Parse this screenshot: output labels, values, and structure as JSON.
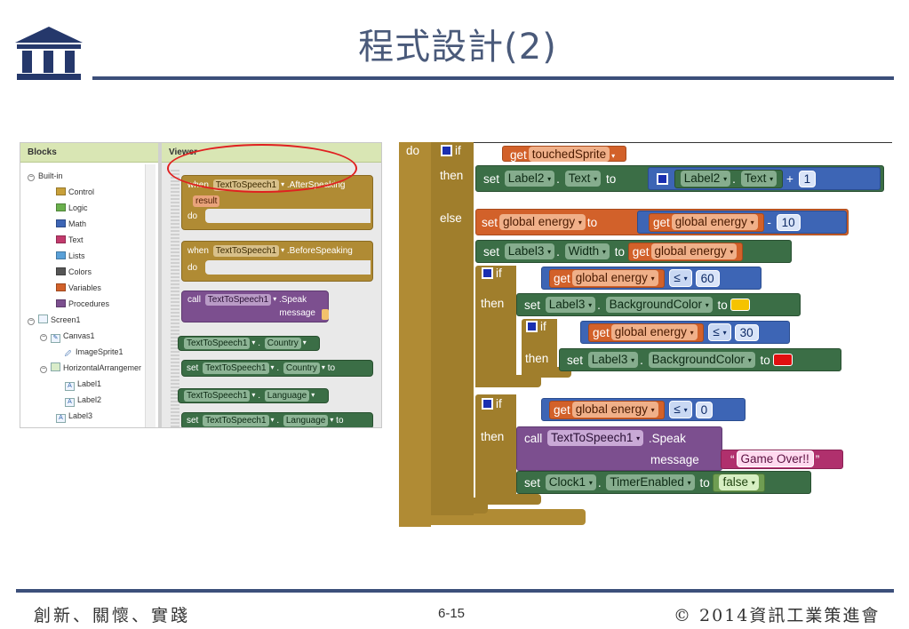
{
  "slide": {
    "title": "程式設計(2)",
    "footer_left": "創新、關懷、實踐",
    "page_number": "6-15",
    "footer_right": "© 2014資訊工業策進會"
  },
  "left_panel": {
    "blocks_header": "Blocks",
    "viewer_header": "Viewer",
    "tree": [
      {
        "label": "Built-in",
        "kind": "group"
      },
      {
        "label": "Control",
        "color": "#c8a03a"
      },
      {
        "label": "Logic",
        "color": "#6ab04c"
      },
      {
        "label": "Math",
        "color": "#3d65b5"
      },
      {
        "label": "Text",
        "color": "#c23a6d"
      },
      {
        "label": "Lists",
        "color": "#59a0d8"
      },
      {
        "label": "Colors",
        "color": "#555555"
      },
      {
        "label": "Variables",
        "color": "#d2612a"
      },
      {
        "label": "Procedures",
        "color": "#7c4f8f"
      },
      {
        "label": "Screen1",
        "kind": "group"
      },
      {
        "label": "Canvas1",
        "kind": "group2"
      },
      {
        "label": "ImageSprite1",
        "kind": "leaf"
      },
      {
        "label": "HorizontalArrangemer",
        "kind": "group2"
      },
      {
        "label": "Label1",
        "kind": "leaf"
      },
      {
        "label": "Label2",
        "kind": "leaf"
      },
      {
        "label": "Label3",
        "kind": "leaf1"
      }
    ],
    "viewer": {
      "when": "when",
      "do": "do",
      "component": "TextToSpeech1",
      "after_speaking": ".AfterSpeaking",
      "result": "result",
      "before_speaking": ".BeforeSpeaking",
      "call": "call",
      "speak": ".Speak",
      "message": "message",
      "dot": ".",
      "set": "set",
      "to": "to",
      "country": "Country",
      "language": "Language"
    }
  },
  "code": {
    "do": "do",
    "if": "if",
    "then": "then",
    "else": "else",
    "get": "get",
    "set": "set",
    "to": "to",
    "call": "call",
    "dot": ".",
    "touched_sprite": "touchedSprite",
    "label2": "Label2",
    "label3": "Label3",
    "text_prop": "Text",
    "width_prop": "Width",
    "bg_prop": "BackgroundColor",
    "plus": "+",
    "minus": "-",
    "le": "≤",
    "one": "1",
    "global_energy": "global energy",
    "ten": "10",
    "sixty": "60",
    "thirty": "30",
    "zero": "0",
    "tts": "TextToSpeech1",
    "speak": ".Speak",
    "message": "message",
    "game_over": "Game Over!!",
    "quote_open": "“",
    "quote_close": "”",
    "clock": "Clock1",
    "timer_enabled": "TimerEnabled",
    "false_val": "false",
    "colors": {
      "yellow": "#f5c300",
      "red": "#e01010"
    }
  }
}
